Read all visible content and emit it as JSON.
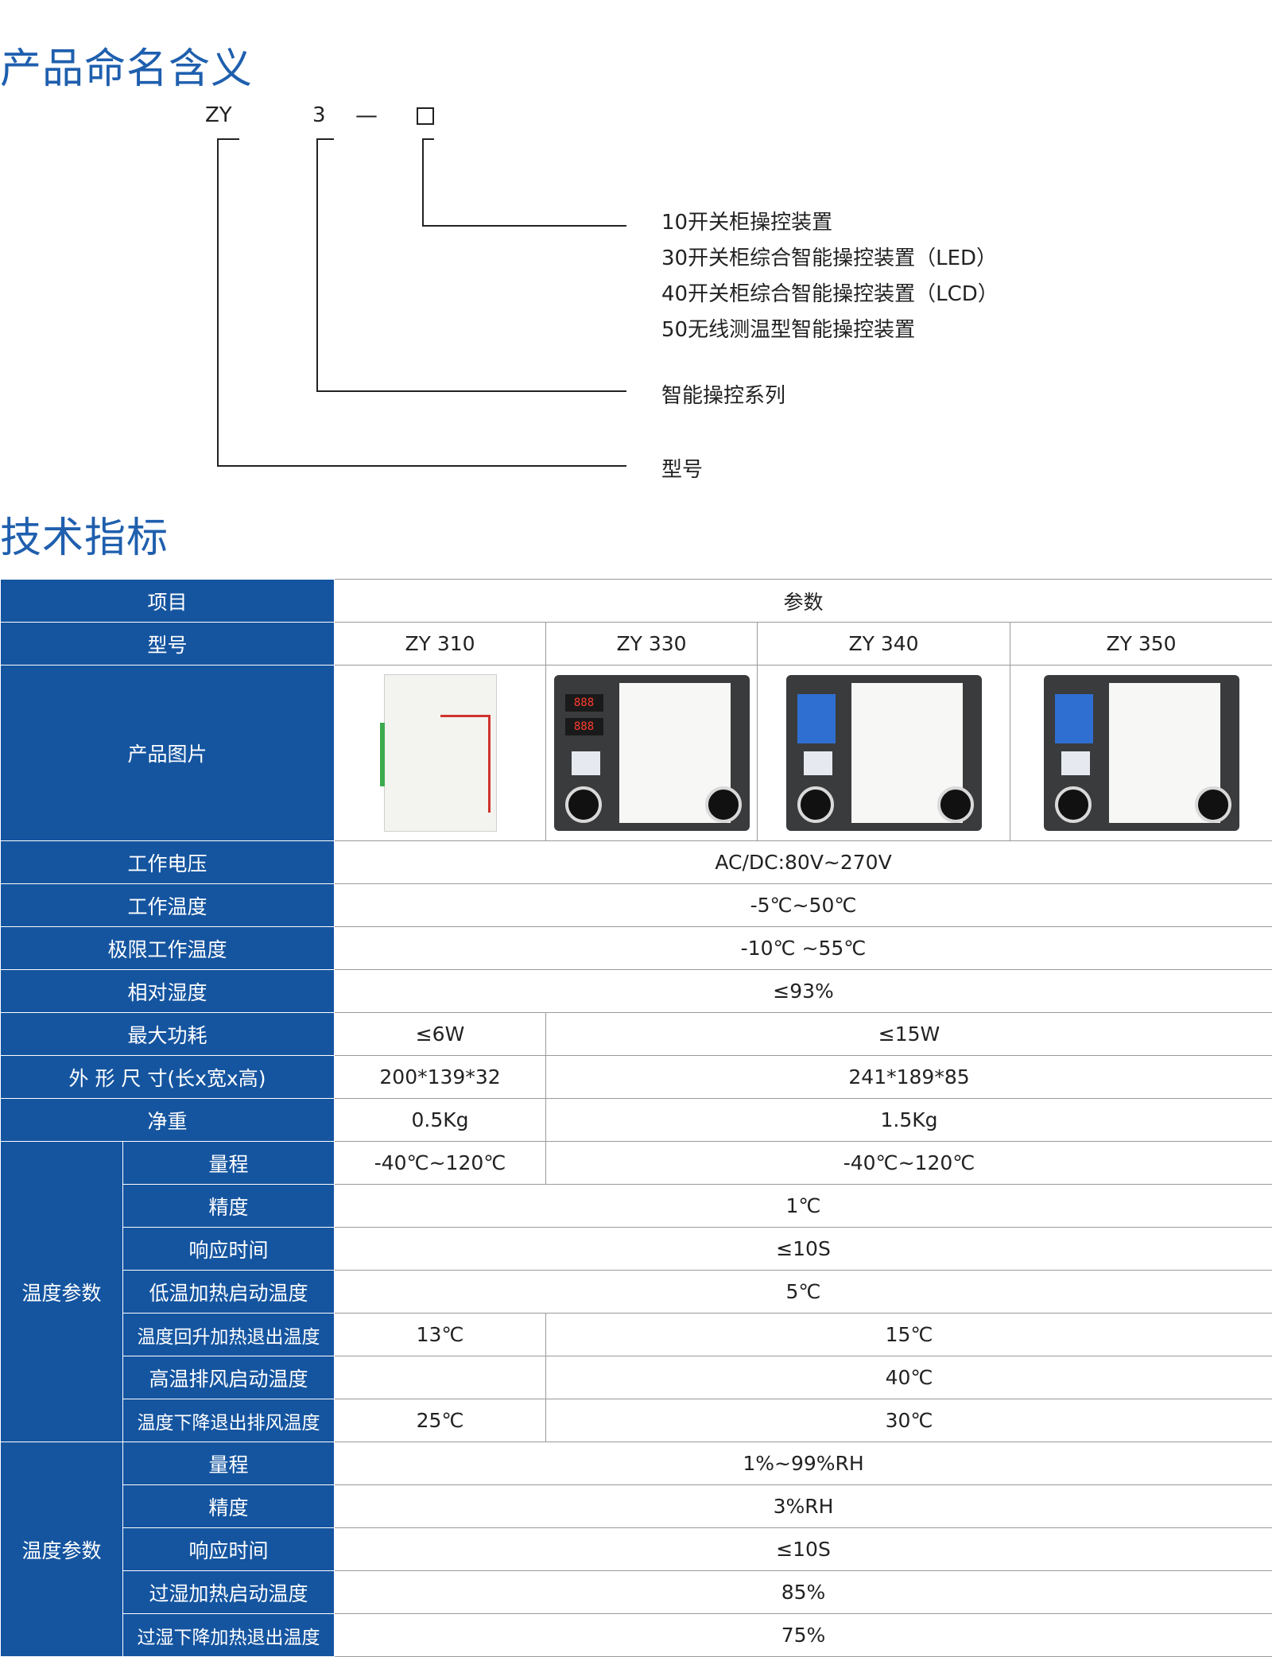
{
  "naming": {
    "title": "产品命名含义",
    "code_zy": "ZY",
    "code_3": "3",
    "code_dash": "—",
    "items": [
      "10开关柜操控装置",
      "30开关柜综合智能操控装置（LED）",
      "40开关柜综合智能操控装置（LCD）",
      "50无线测温型智能操控装置"
    ],
    "series": "智能操控系列",
    "model": "型号"
  },
  "specs": {
    "title": "技术指标",
    "header_item": "项目",
    "header_param": "参数",
    "model_label": "型号",
    "models": [
      "ZY 310",
      "ZY 330",
      "ZY 340",
      "ZY 350"
    ],
    "image_label": "产品图片",
    "voltage_label": "工作电压",
    "voltage": "AC/DC:80V~270V",
    "temp_label": "工作温度",
    "temp": "-5℃~50℃",
    "limit_temp_label": "极限工作温度",
    "limit_temp": "-10℃ ~55℃",
    "humidity_label": "相对湿度",
    "humidity": "≤93%",
    "power_label": "最大功耗",
    "power_310": "≤6W",
    "power_other": "≤15W",
    "size_label": "外 形 尺 寸(长x宽x高)",
    "size_310": "200*139*32",
    "size_other": "241*189*85",
    "weight_label": "净重",
    "weight_310": "0.5Kg",
    "weight_other": "1.5Kg",
    "temp_group_label": "温度参数",
    "t_range_label": "量程",
    "t_range_310": "-40℃~120℃",
    "t_range_other": "-40℃~120℃",
    "t_precision_label": "精度",
    "t_precision": "1℃",
    "t_response_label": "响应时间",
    "t_response": "≤10S",
    "t_low_label": "低温加热启动温度",
    "t_low": "5℃",
    "t_rise_label": "温度回升加热退出温度",
    "t_rise_310": "13℃",
    "t_rise_other": "15℃",
    "t_high_label": "高温排风启动温度",
    "t_high_310": "",
    "t_high_other": "40℃",
    "t_drop_label": "温度下降退出排风温度",
    "t_drop_310": "25℃",
    "t_drop_other": "30℃",
    "hum_group_label": "温度参数",
    "h_range_label": "量程",
    "h_range": "1%~99%RH",
    "h_precision_label": "精度",
    "h_precision": "3%RH",
    "h_response_label": "响应时间",
    "h_response": "≤10S",
    "h_heat_label": "过湿加热启动温度",
    "h_heat": "85%",
    "h_exit_label": "过湿下降加热退出温度",
    "h_exit": "75%"
  },
  "colors": {
    "accent": "#1555a0",
    "title": "#1f5fae"
  }
}
